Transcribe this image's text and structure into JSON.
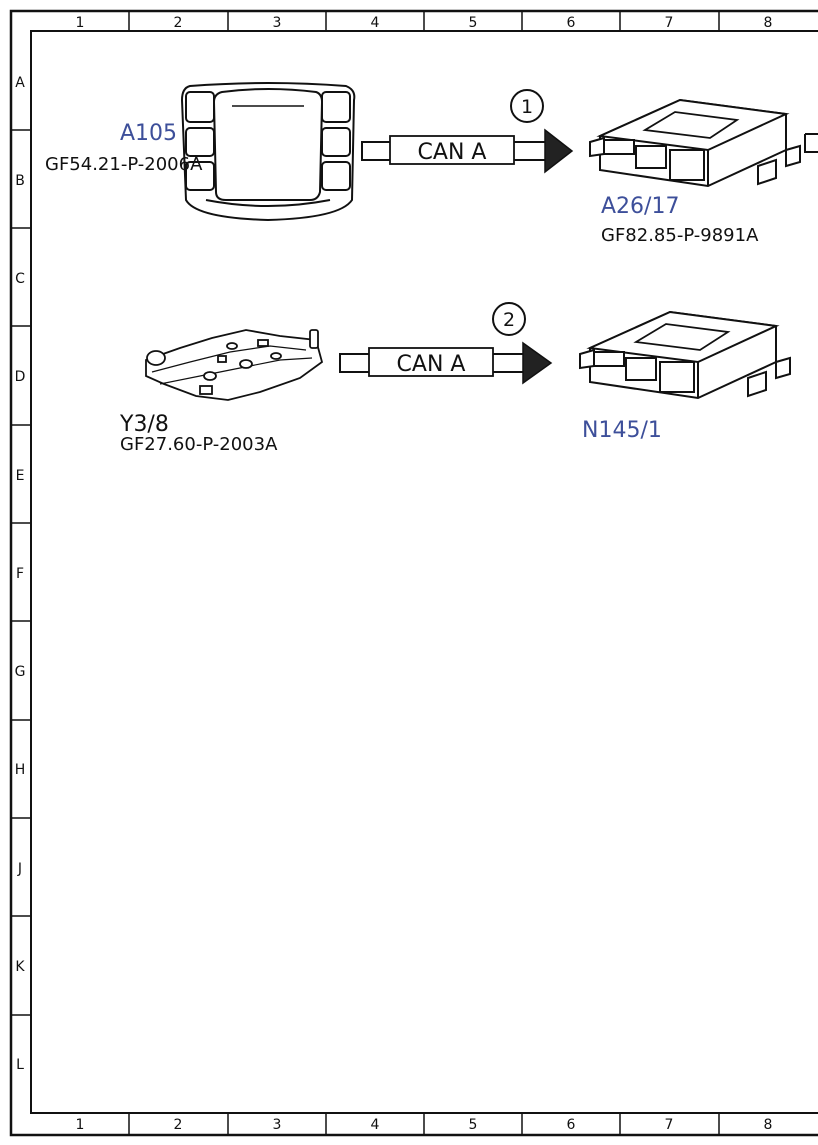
{
  "grid": {
    "columns": [
      "1",
      "2",
      "3",
      "4",
      "5",
      "6",
      "7",
      "8"
    ],
    "rows": [
      "A",
      "B",
      "C",
      "D",
      "E",
      "F",
      "G",
      "H",
      "J",
      "K",
      "L"
    ]
  },
  "components": {
    "a105": {
      "id": "A105",
      "doc": "GF54.21-P-2006A"
    },
    "a26_17": {
      "id": "A26/17",
      "doc": "GF82.85-P-9891A"
    },
    "y3_8": {
      "id": "Y3/8",
      "doc": "GF27.60-P-2003A"
    },
    "n145_1": {
      "id": "N145/1"
    }
  },
  "connections": [
    {
      "number": "1",
      "bus": "CAN A"
    },
    {
      "number": "2",
      "bus": "CAN A"
    }
  ],
  "colors": {
    "component_label": "#3d4f9a",
    "line": "#111111",
    "arrow_fill": "#222222"
  }
}
